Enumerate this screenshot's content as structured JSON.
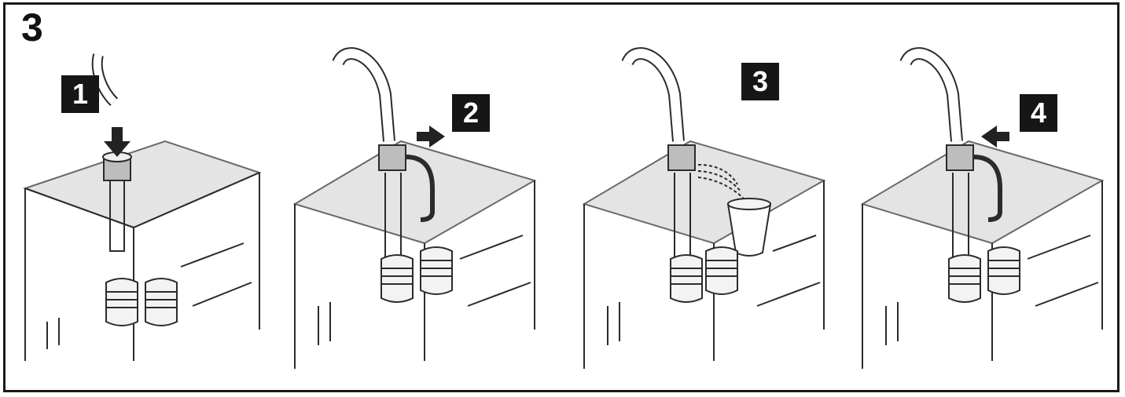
{
  "figure": {
    "step_number": "3",
    "panels": [
      {
        "badge": "1",
        "action": "arrow-down"
      },
      {
        "badge": "2",
        "action": "arrow-right"
      },
      {
        "badge": "3",
        "action": "water-flow"
      },
      {
        "badge": "4",
        "action": "arrow-left"
      }
    ]
  },
  "colors": {
    "frame": "#1a1a1a",
    "badge_bg": "#161616",
    "badge_text": "#ffffff",
    "line": "#2b2b2b",
    "cover_fill": "#d9d9d9"
  }
}
